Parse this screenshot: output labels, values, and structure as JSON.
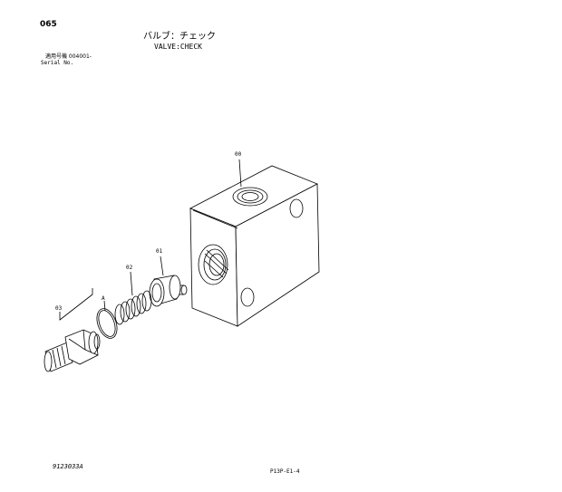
{
  "header": {
    "page_number": "065",
    "title_jp": "バルブ：チェック",
    "title_en": "VALVE:CHECK",
    "serial_label_jp": "適用号機 004001-",
    "serial_label_en": "Serial No."
  },
  "callouts": {
    "body": "00",
    "poppet": "01",
    "spring": "02",
    "plug": "03",
    "detail": "A"
  },
  "footer": {
    "drawing_code": "9123033A",
    "page_code": "P13P-E1-4"
  }
}
